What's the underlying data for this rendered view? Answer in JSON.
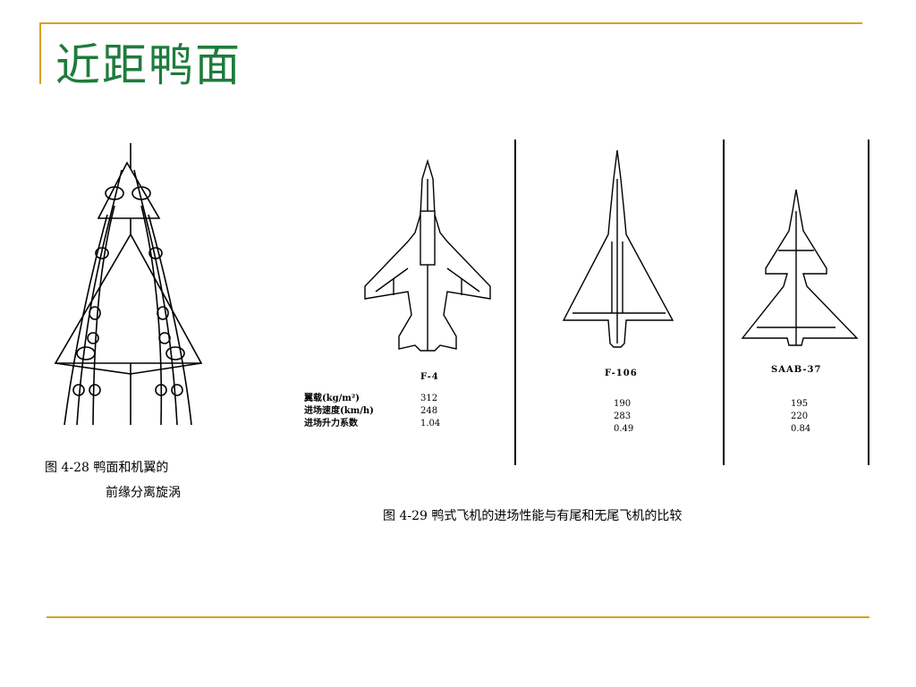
{
  "slide": {
    "title": "近距鸭面"
  },
  "figure_left": {
    "caption_line1": "图 4-28   鸭面和机翼的",
    "caption_line2": "前缘分离旋涡"
  },
  "figure_right": {
    "caption": "图 4-29   鸭式飞机的进场性能与有尾和无尾飞机的比较",
    "row_labels": [
      "翼载(kg/m²)",
      "进场速度(km/h)",
      "进场升力系数"
    ],
    "aircraft": [
      {
        "name": "F-4",
        "values": [
          "312",
          "248",
          "1.04"
        ]
      },
      {
        "name": "F-106",
        "values": [
          "190",
          "283",
          "0.49"
        ]
      },
      {
        "name": "SAAB-37",
        "values": [
          "195",
          "220",
          "0.84"
        ]
      }
    ]
  },
  "colors": {
    "accent_rule": "#d9a01f",
    "title": "#1e7c3c",
    "ink": "#000000"
  }
}
